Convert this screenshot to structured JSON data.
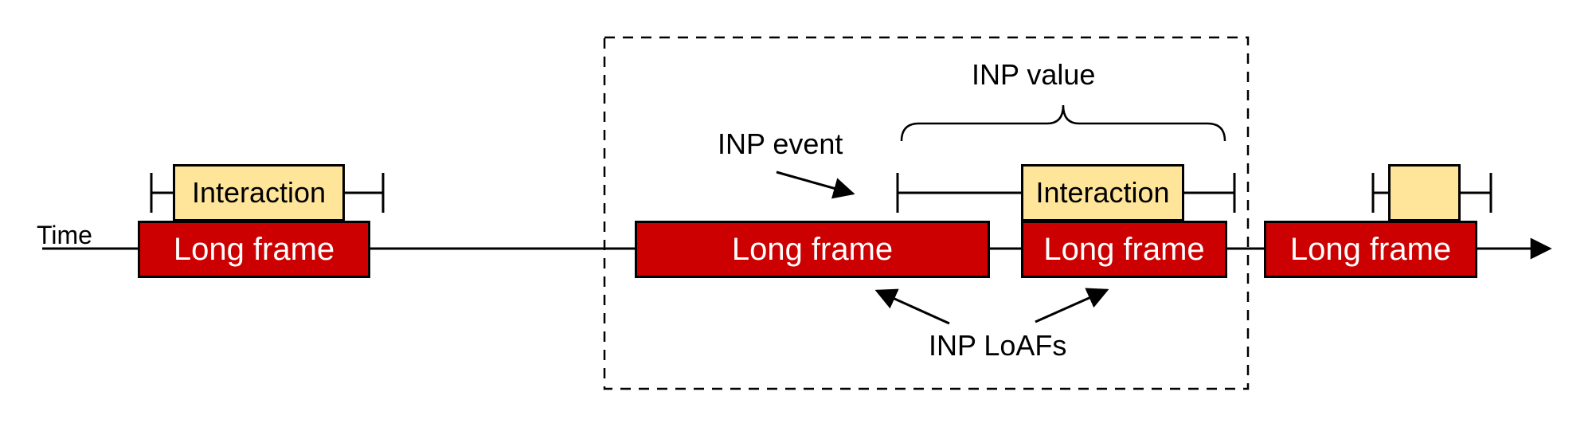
{
  "timeline": {
    "label": "Time"
  },
  "long_frames": [
    {
      "label": "Long frame"
    },
    {
      "label": "Long frame"
    },
    {
      "label": "Long frame"
    },
    {
      "label": "Long frame"
    }
  ],
  "interactions": [
    {
      "label": "Interaction"
    },
    {
      "label": "Interaction"
    },
    {
      "label": ""
    }
  ],
  "annotations": {
    "inp_event": "INP event",
    "inp_value": "INP value",
    "inp_loafs": "INP LoAFs"
  },
  "colors": {
    "long_frame_fill": "#cc0000",
    "long_frame_text": "#ffffff",
    "interaction_fill": "#ffe599",
    "stroke": "#000000",
    "background": "#ffffff"
  }
}
